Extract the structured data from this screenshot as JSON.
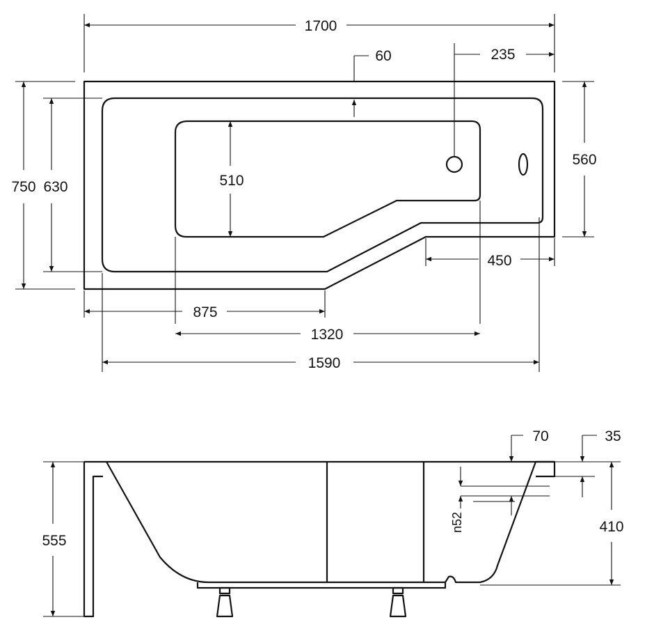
{
  "dimensions": {
    "top_width": "1700",
    "rim_offset": "60",
    "overflow_offset": "235",
    "outer_depth": "750",
    "inner_depth": "630",
    "basin_width": "510",
    "narrow_depth": "560",
    "narrow_length": "450",
    "wide_length": "875",
    "basin_length": "1320",
    "inner_length": "1590",
    "rim_thickness": "70",
    "lip_height": "35",
    "drain_size": "n52",
    "bath_depth": "410",
    "total_height": "555"
  },
  "colors": {
    "line": "#111111",
    "background": "#ffffff"
  }
}
